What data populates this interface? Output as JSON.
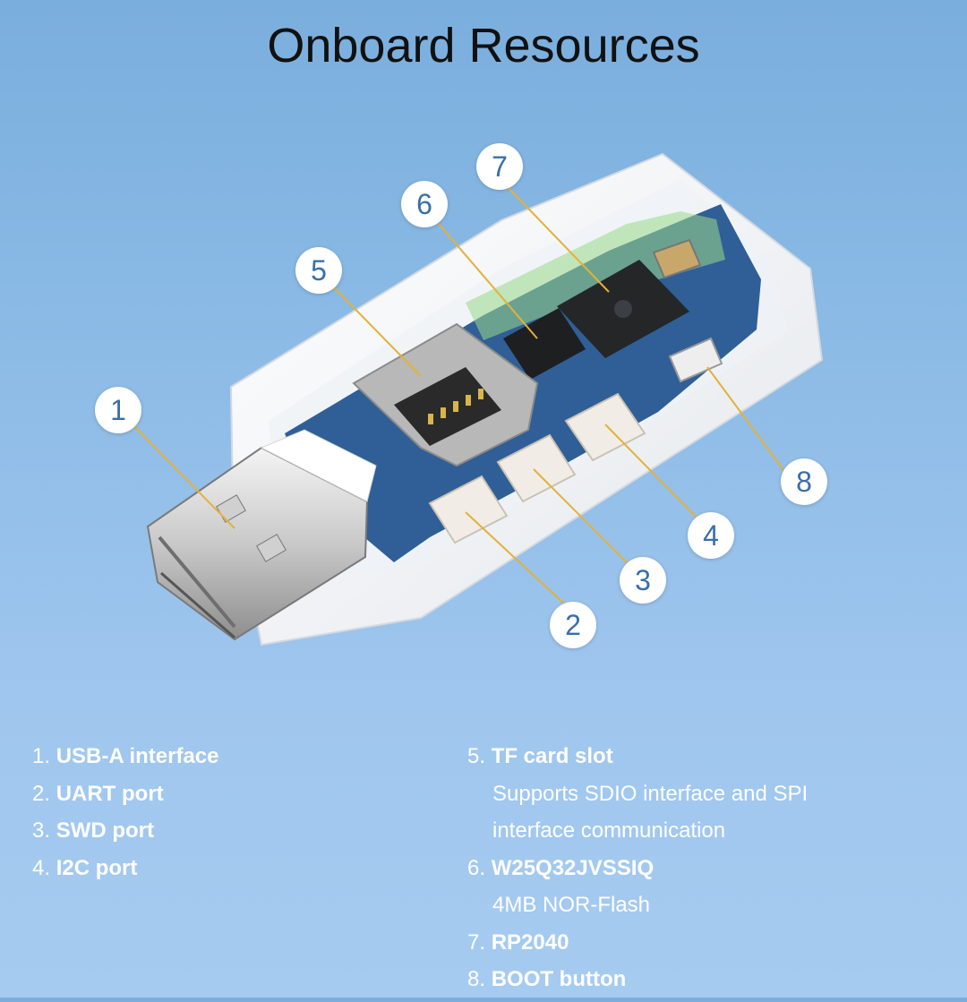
{
  "title": "Onboard Resources",
  "callouts": [
    "1",
    "2",
    "3",
    "4",
    "5",
    "6",
    "7",
    "8"
  ],
  "legend_left": [
    {
      "num": "1.",
      "name": "USB-A interface"
    },
    {
      "num": "2.",
      "name": "UART port"
    },
    {
      "num": "3.",
      "name": "SWD port"
    },
    {
      "num": "4.",
      "name": "I2C port"
    }
  ],
  "legend_right": [
    {
      "num": "5.",
      "name": "TF card slot",
      "desc": [
        "Supports SDIO interface and SPI",
        "interface communication"
      ]
    },
    {
      "num": "6.",
      "name": "W25Q32JVSSIQ",
      "desc": [
        "4MB NOR-Flash"
      ]
    },
    {
      "num": "7.",
      "name": "RP2040",
      "desc": []
    },
    {
      "num": "8.",
      "name": "BOOT button",
      "desc": []
    }
  ],
  "colors": {
    "callout_text": "#3a6fa8",
    "leader": "#e3b13a",
    "pcb": "#2f5f96",
    "background": "#8cbbe6"
  }
}
